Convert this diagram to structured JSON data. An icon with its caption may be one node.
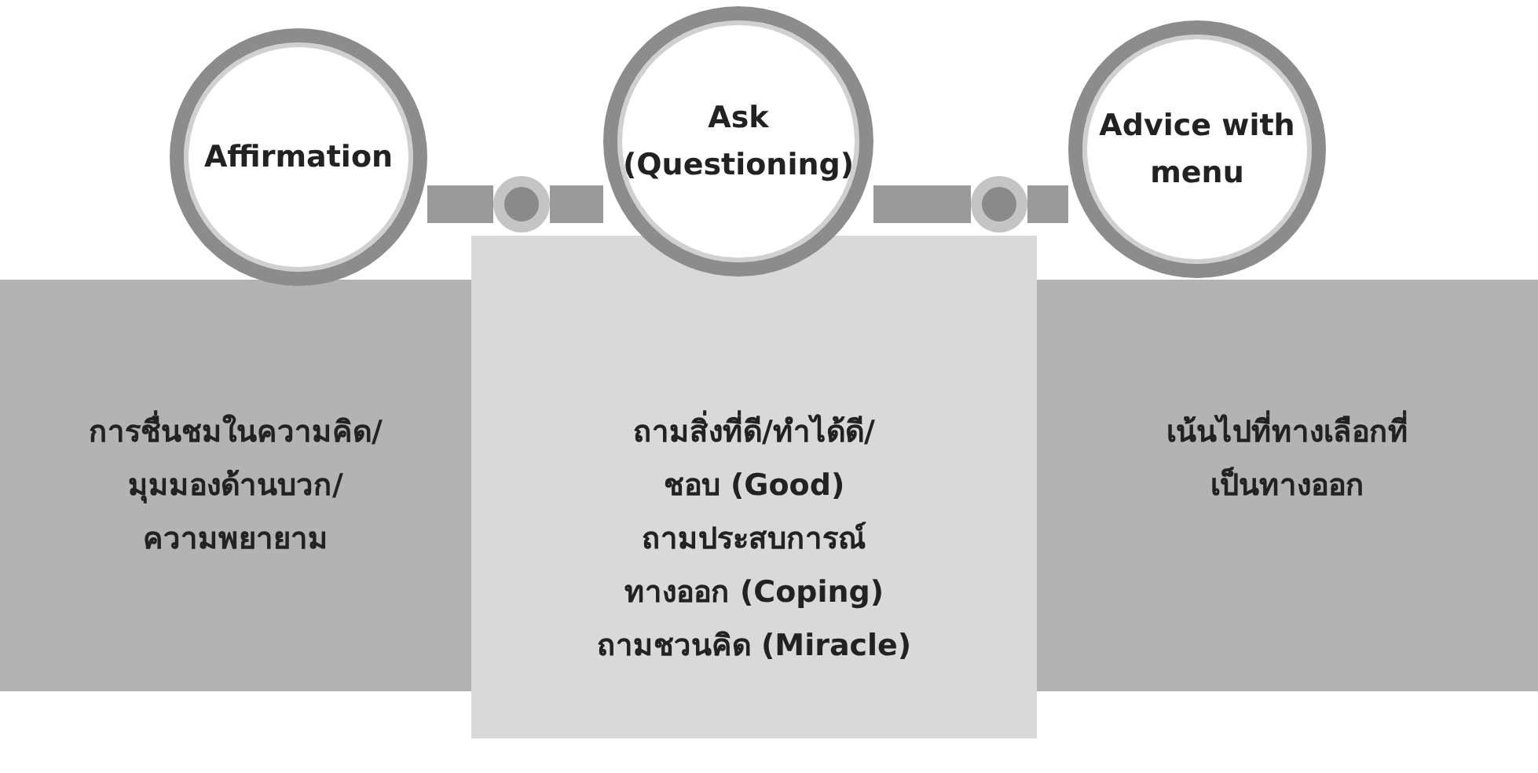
{
  "diagram": {
    "nodes": [
      {
        "text": [
          "การชื่นชมในความคิด/มุมมองด้านบวก/ความพยายาม"
        ]
      },
      {
        "text": [
          "ถามสิ่งที่ดี/ทำได้ดี/ชอบ (Good)",
          "ถามประสบการณ์ทางออก (Coping)",
          "ถามชวนคิด (Miracle)"
        ]
      },
      {
        "text": [
          "เน้นไปที่ทางเลือกที่เป็นทางออก"
        ]
      },
      {
        "text": [
          "Affirmation"
        ]
      },
      {
        "text": [],
        "shape": "circle"
      },
      {
        "text": [
          "Ask (Questioning)"
        ]
      },
      {
        "text": [],
        "shape": "circle"
      },
      {
        "text": [
          "Advice with menu"
        ]
      }
    ],
    "edges": [
      {
        "from": 3,
        "to": 4,
        "arrow": "none"
      },
      {
        "from": 4,
        "to": 5,
        "arrow": "none"
      },
      {
        "from": 5,
        "to": 6,
        "arrow": "none"
      },
      {
        "from": 6,
        "to": 7,
        "arrow": "none"
      }
    ]
  }
}
